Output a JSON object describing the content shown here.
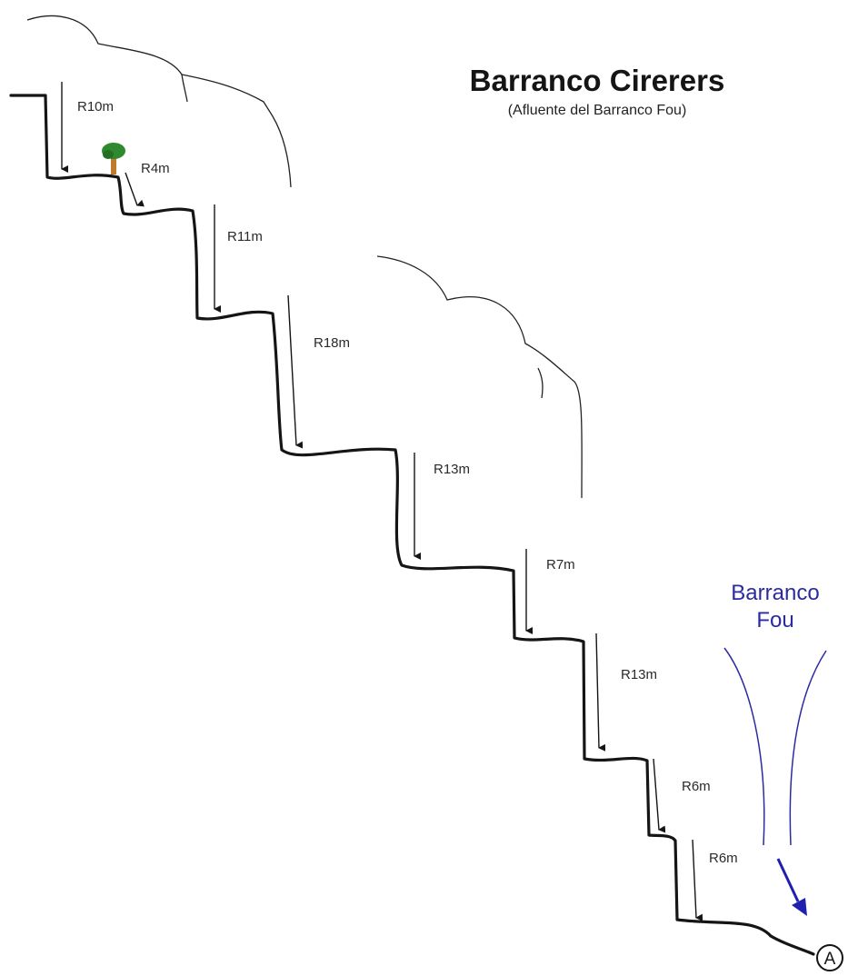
{
  "title": "Barranco Cirerers",
  "subtitle": "(Afluente del Barranco Fou)",
  "tributary_label_line1": "Barranco",
  "tributary_label_line2": "Fou",
  "end_marker": "A",
  "colors": {
    "profile": "#151515",
    "tributary": "#2b2ba0",
    "tree_canopy": "#2f8a2f",
    "tree_trunk": "#c07a2c"
  },
  "icons": [
    "tree-icon",
    "down-arrow-icon",
    "flow-arrow-icon",
    "end-marker-icon"
  ],
  "rappels": [
    {
      "label": "R10m"
    },
    {
      "label": "R4m"
    },
    {
      "label": "R11m"
    },
    {
      "label": "R18m"
    },
    {
      "label": "R13m"
    },
    {
      "label": "R7m"
    },
    {
      "label": "R13m"
    },
    {
      "label": "R6m"
    },
    {
      "label": "R6m"
    }
  ]
}
